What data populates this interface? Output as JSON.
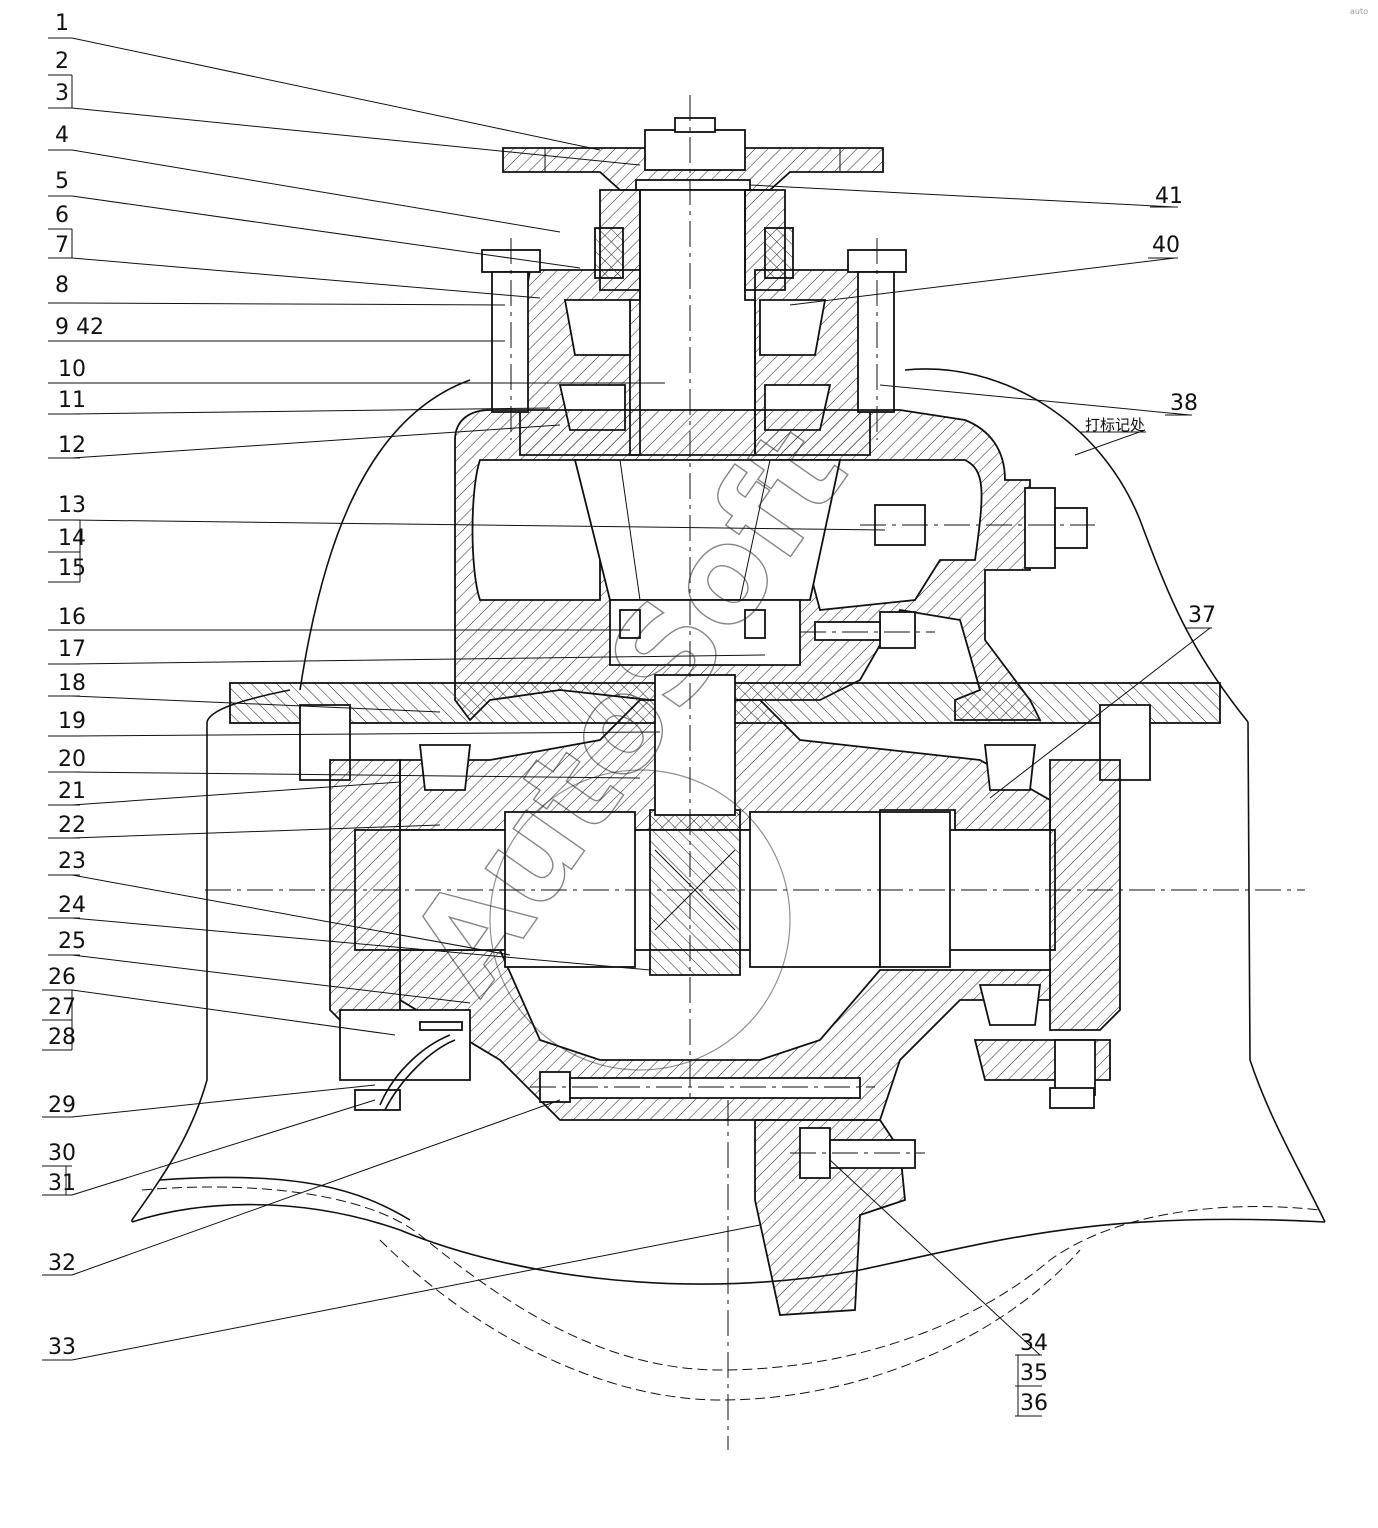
{
  "callouts_left": [
    "1",
    "2",
    "3",
    "4",
    "5",
    "6",
    "7",
    "8",
    "9 42",
    "10",
    "11",
    "12",
    "13",
    "14",
    "15",
    "16",
    "17",
    "18",
    "19",
    "20",
    "21",
    "22",
    "23",
    "24",
    "25",
    "26",
    "27",
    "28",
    "29",
    "30",
    "31",
    "32",
    "33"
  ],
  "callouts_right": [
    "41",
    "40",
    "38",
    "37"
  ],
  "callouts_bottom": [
    "34",
    "35",
    "36"
  ],
  "note": "打标记处",
  "watermark": "AutoSoft",
  "corner_mark": "auto"
}
